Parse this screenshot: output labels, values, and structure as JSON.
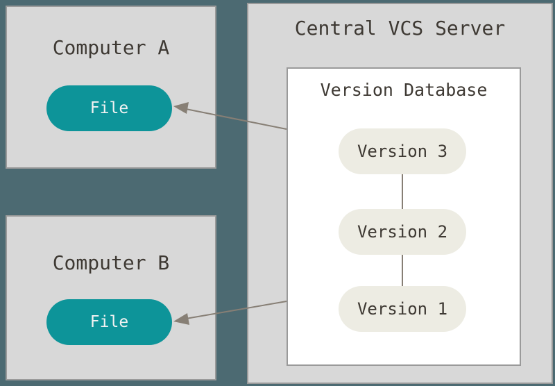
{
  "diagram": {
    "type": "centralized-version-control",
    "computer_a": {
      "title": "Computer A",
      "file_label": "File"
    },
    "computer_b": {
      "title": "Computer B",
      "file_label": "File"
    },
    "server": {
      "title": "Central VCS Server",
      "database": {
        "title": "Version Database",
        "versions": [
          "Version 3",
          "Version 2",
          "Version 1"
        ]
      }
    },
    "connections": [
      "version-database to computer-a file (arrow)",
      "version-database to computer-b file (arrow)",
      "version-3 to version-2 (line)",
      "version-2 to version-1 (line)"
    ]
  },
  "colors": {
    "background": "#4c6a72",
    "panel_fill": "#d8d8d8",
    "panel_border": "#9a9a9a",
    "db_fill": "#ffffff",
    "file_pill_fill": "#0d9499",
    "file_pill_text": "#f2f2f2",
    "version_pill_fill": "#edece3",
    "text": "#3e3933",
    "arrow": "#877f75"
  }
}
